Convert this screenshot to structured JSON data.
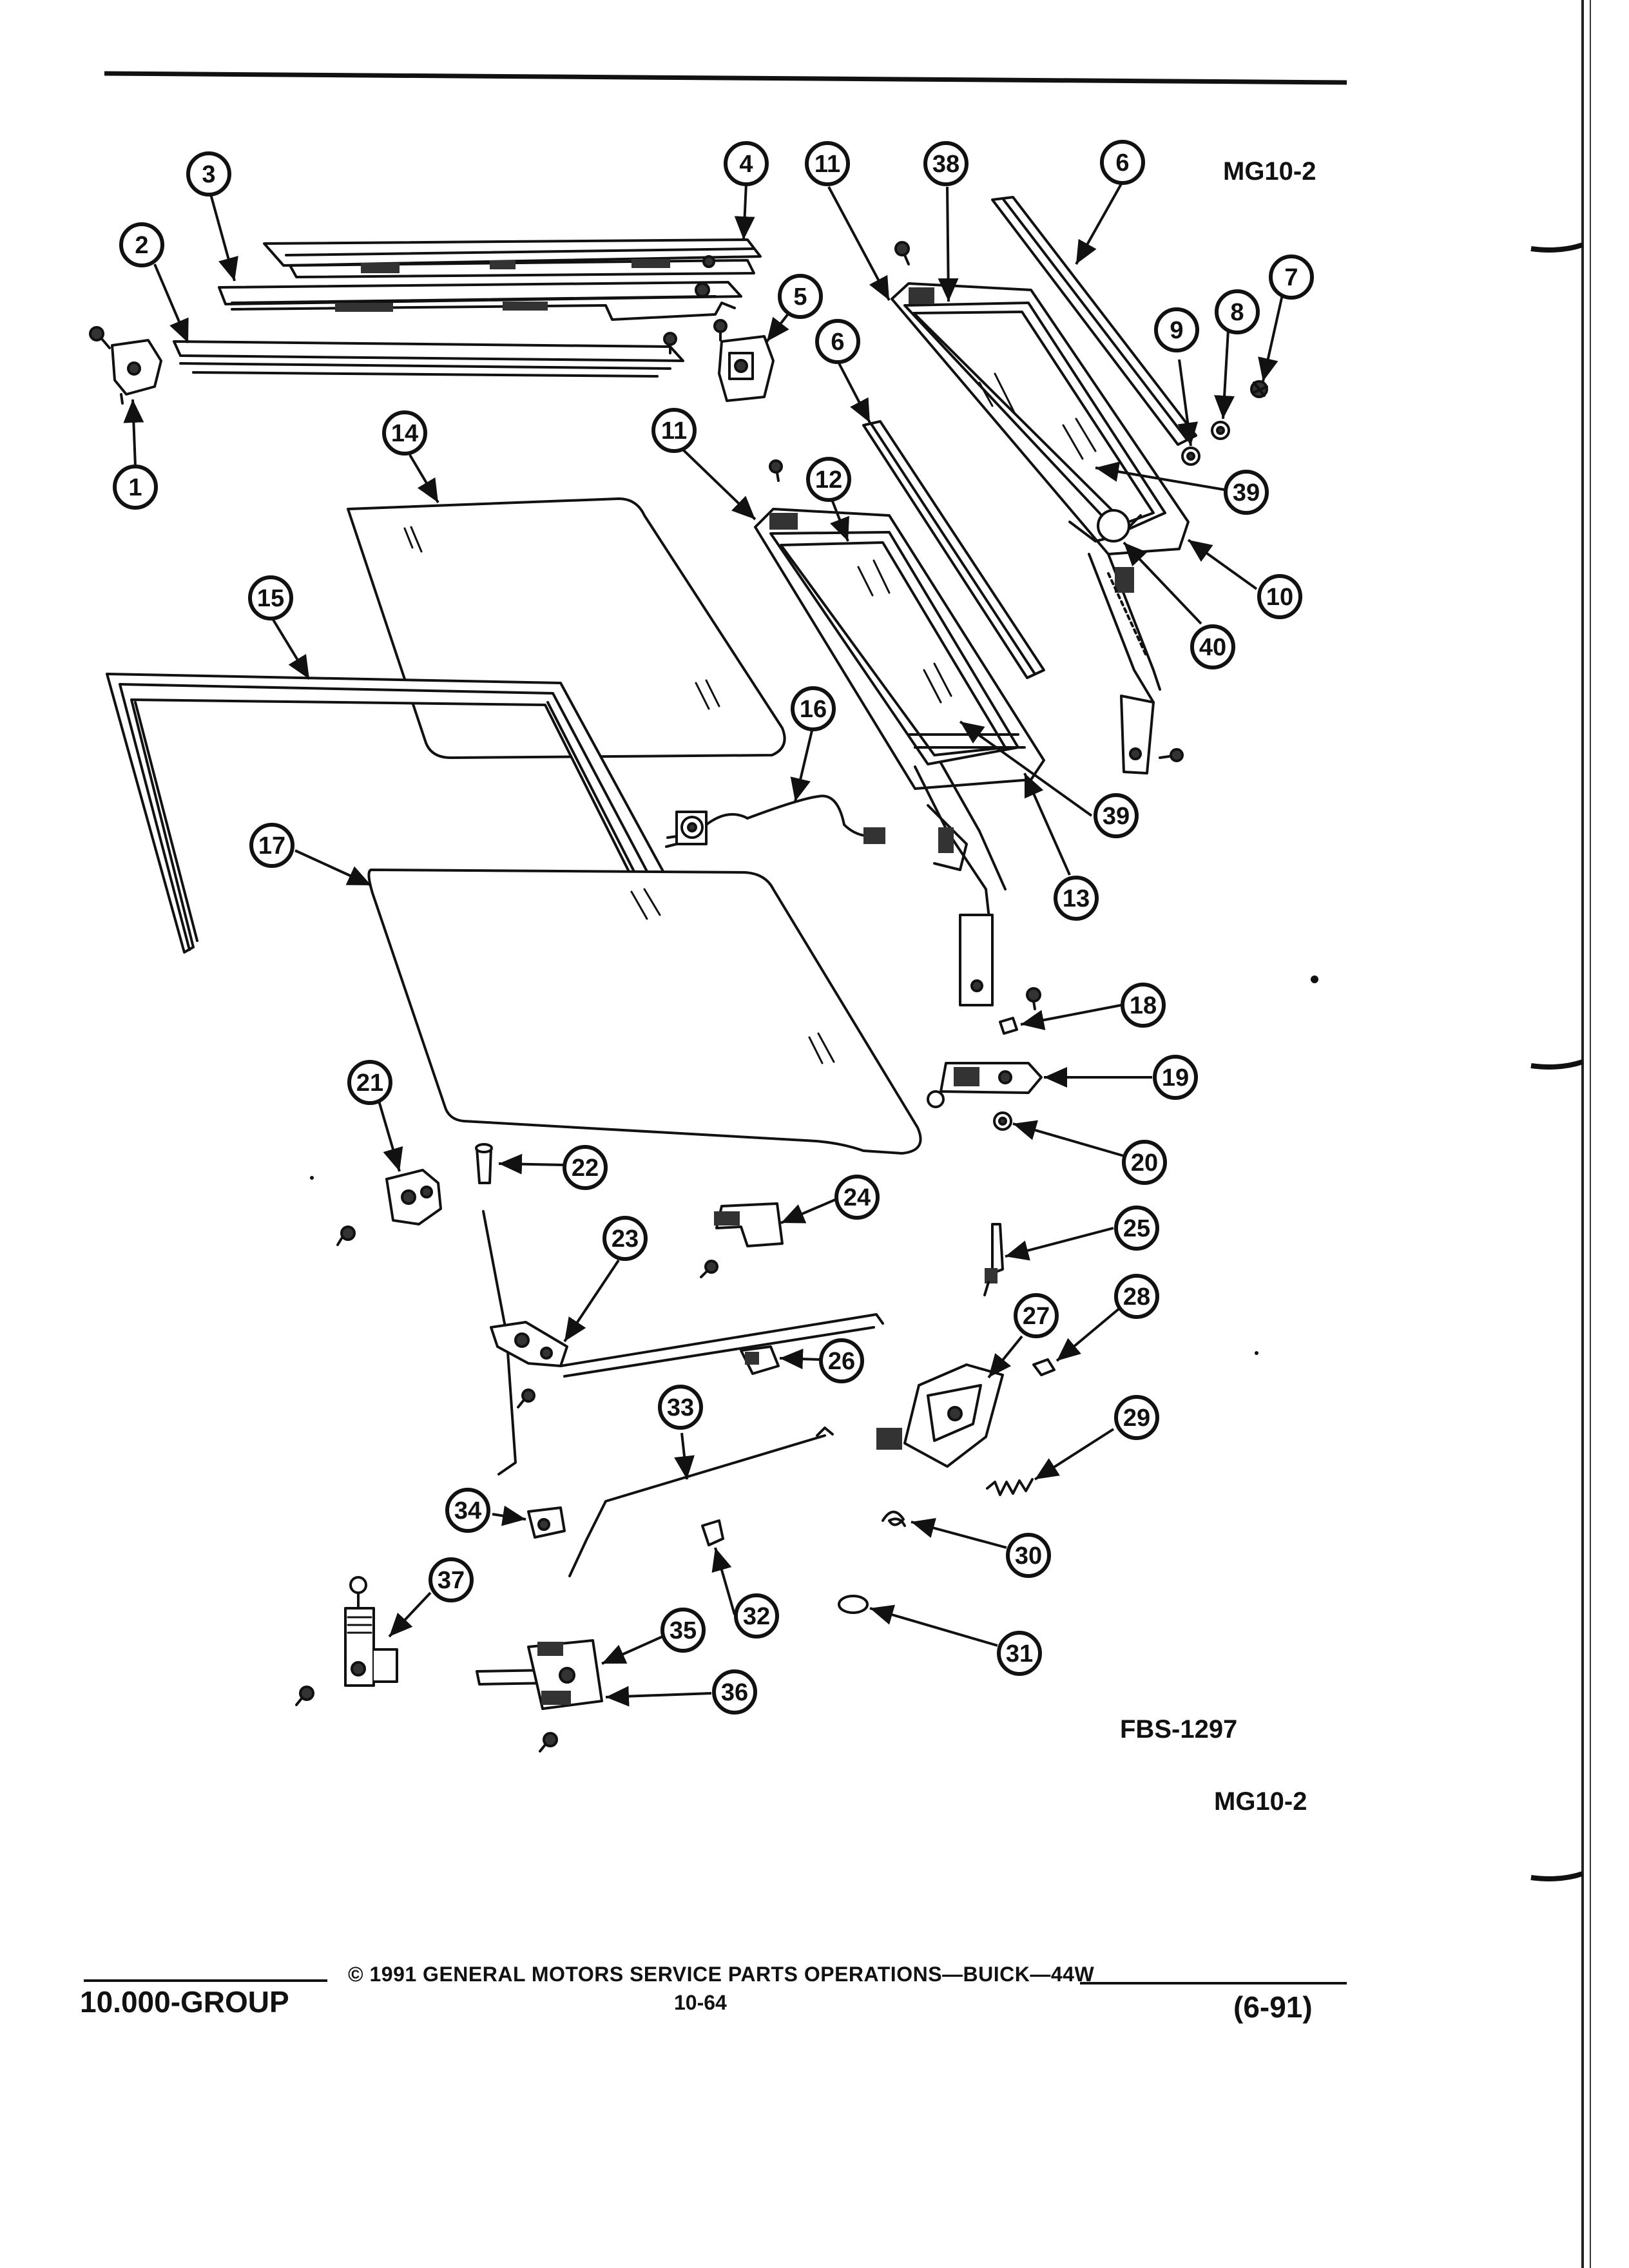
{
  "header": {
    "code_top": "MG10-2",
    "figure_id": "FBS-1297",
    "code_bottom": "MG10-2"
  },
  "footer": {
    "group": "10.000-GROUP",
    "copyright": "© 1991 GENERAL MOTORS SERVICE PARTS OPERATIONS—BUICK—44W",
    "page_number": "10-64",
    "date_code": "(6-91)"
  },
  "callouts": [
    {
      "id": "1",
      "label": "1"
    },
    {
      "id": "2",
      "label": "2"
    },
    {
      "id": "3",
      "label": "3"
    },
    {
      "id": "4",
      "label": "4"
    },
    {
      "id": "5",
      "label": "5"
    },
    {
      "id": "6a",
      "label": "6"
    },
    {
      "id": "6b",
      "label": "6"
    },
    {
      "id": "7",
      "label": "7"
    },
    {
      "id": "8",
      "label": "8"
    },
    {
      "id": "9",
      "label": "9"
    },
    {
      "id": "10",
      "label": "10"
    },
    {
      "id": "11a",
      "label": "11"
    },
    {
      "id": "11b",
      "label": "11"
    },
    {
      "id": "12",
      "label": "12"
    },
    {
      "id": "13",
      "label": "13"
    },
    {
      "id": "14",
      "label": "14"
    },
    {
      "id": "15",
      "label": "15"
    },
    {
      "id": "16",
      "label": "16"
    },
    {
      "id": "17",
      "label": "17"
    },
    {
      "id": "18",
      "label": "18"
    },
    {
      "id": "19",
      "label": "19"
    },
    {
      "id": "20",
      "label": "20"
    },
    {
      "id": "21",
      "label": "21"
    },
    {
      "id": "22",
      "label": "22"
    },
    {
      "id": "23",
      "label": "23"
    },
    {
      "id": "24",
      "label": "24"
    },
    {
      "id": "25",
      "label": "25"
    },
    {
      "id": "26",
      "label": "26"
    },
    {
      "id": "27",
      "label": "27"
    },
    {
      "id": "28",
      "label": "28"
    },
    {
      "id": "29",
      "label": "29"
    },
    {
      "id": "30",
      "label": "30"
    },
    {
      "id": "31",
      "label": "31"
    },
    {
      "id": "32",
      "label": "32"
    },
    {
      "id": "33",
      "label": "33"
    },
    {
      "id": "34",
      "label": "34"
    },
    {
      "id": "35",
      "label": "35"
    },
    {
      "id": "36",
      "label": "36"
    },
    {
      "id": "37",
      "label": "37"
    },
    {
      "id": "38",
      "label": "38"
    },
    {
      "id": "39a",
      "label": "39"
    },
    {
      "id": "39b",
      "label": "39"
    },
    {
      "id": "40",
      "label": "40"
    }
  ]
}
